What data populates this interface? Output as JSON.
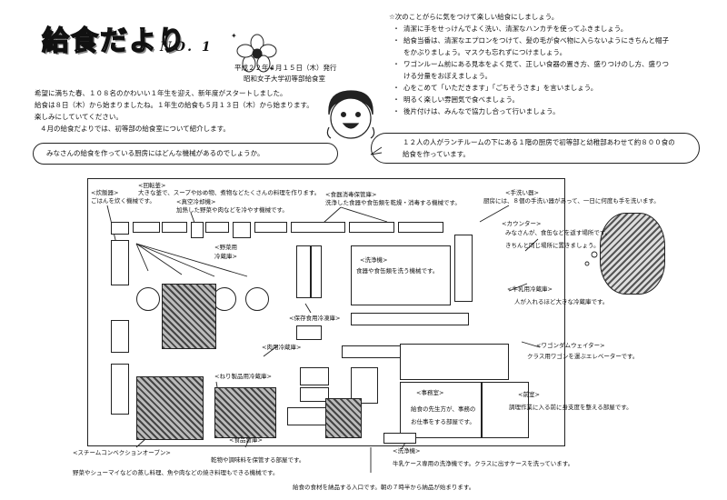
{
  "header": {
    "title": "給食だより",
    "issue": "NO. 1",
    "date": "平成２２年４月１５日（木）発行",
    "publisher": "昭和女子大学初等部給食室"
  },
  "intro_lines": [
    "希望に満ちた春、１０８名のかわいい１年生を迎え、新年度がスタートしました。",
    "給食は８日（木）から始まりましたね。１年生の給食も５月１３日（木）から始まります。",
    "楽しみにしていてください。",
    "４月の給食だよりでは、初等部の給食室について紹介します。"
  ],
  "bullets": {
    "heading": "☆次のことがらに気をつけて楽しい給食にしましょう。",
    "items": [
      {
        "mark": "・",
        "text": "清潔に手をせっけんでよく洗い、清潔なハンカチを使ってふきましょう。"
      },
      {
        "mark": "・",
        "text": "給食当番は、清潔なエプロンをつけて、髪の毛が食べ物に入らないようにきちんと帽子"
      },
      {
        "mark": "",
        "text": "をかぶりましょう。マスクも忘れずにつけましょう。"
      },
      {
        "mark": "・",
        "text": "ワゴンルーム前にある見本をよく見て、正しい食器の置き方、盛りつけのし方、盛りつ"
      },
      {
        "mark": "",
        "text": "ける分量をおぼえましょう。"
      },
      {
        "mark": "・",
        "text": "心をこめて「いただきます」「ごちそうさま」を言いましょう。"
      },
      {
        "mark": "・",
        "text": "明るく楽しい雰囲気で食べましょう。"
      },
      {
        "mark": "・",
        "text": "後片付けは、みんなで協力し合って行いましょう。"
      }
    ]
  },
  "speech_left": "みなさんの給食を作っている厨房にはどんな機械があるのでしょうか。",
  "speech_right": [
    "１２人の人がランチルームの下にある１階の厨房で初等部と幼稚部あわせて約８００食の",
    "給食を作っています。"
  ],
  "plan": {
    "rice_cooker": {
      "title": "<炊飯器>",
      "desc": "ごはんを炊く機械です。"
    },
    "big_pot": {
      "title": "<回転釜>",
      "desc": "大きな釜で、スープや炒め物、煮物などたくさんの料理を作ります。"
    },
    "vacuum_cooler": {
      "title": "<真空冷却機>",
      "desc": "加熱した野菜や肉などを冷やす機械です。"
    },
    "dryer": {
      "title": "<食器消毒保管庫>",
      "desc": "洗浄した食器や食缶類を乾燥・消毒する機械です。"
    },
    "hand_wash": {
      "title": "<手洗い器>",
      "desc": "厨房には、８個の手洗い器があって、一日に何度も手を洗います。"
    },
    "counter": {
      "title": "<カウンター>",
      "lines": [
        "みなさんが、食缶などを返す場所です。",
        "きちんと同じ場所に置きましょう。"
      ]
    },
    "fridge_veg": {
      "title": "<野菜用",
      "title2": "冷蔵庫>"
    },
    "washer": {
      "title": "<洗浄機>",
      "desc": "食器や食缶類を洗う機械です。"
    },
    "milk_fridge": {
      "title": "<牛乳用冷蔵庫>",
      "desc": "人が入れるほど大きな冷蔵庫です。"
    },
    "storage_fridge": {
      "title": "<保存食用冷凍庫>"
    },
    "meat_fridge": {
      "title": "<肉用冷蔵庫>"
    },
    "wagon_elevator": {
      "title": "<ワゴンダムウェイター>",
      "desc": "クラス用ワゴンを運ぶエレベーターです。"
    },
    "dairy_fridge": {
      "title": "<ねり製品用冷蔵庫>"
    },
    "office": {
      "title": "<事務室>",
      "lines": [
        "給食の先生方が、事務の",
        "お仕事をする部屋です。"
      ]
    },
    "front_room": {
      "title": "<前室>",
      "desc": "調理作業に入る前に身支度を整える部屋です。"
    },
    "pantry": {
      "title": "<食品倉庫>",
      "desc": "乾物や調味料を保管する部屋です。"
    },
    "case_washer": {
      "title": "<洗浄機>",
      "desc": "牛乳ケース専用の洗浄機です。クラスに出すケースを洗っています。"
    },
    "steam_oven": {
      "title": "<スチームコンベクションオーブン>",
      "desc": "野菜やシューマイなどの蒸し料理、魚や肉などの焼き料理もできる機械です。"
    },
    "delivery": "給食の食材を納品する入口です。朝の７時半から納品が始まります。"
  }
}
